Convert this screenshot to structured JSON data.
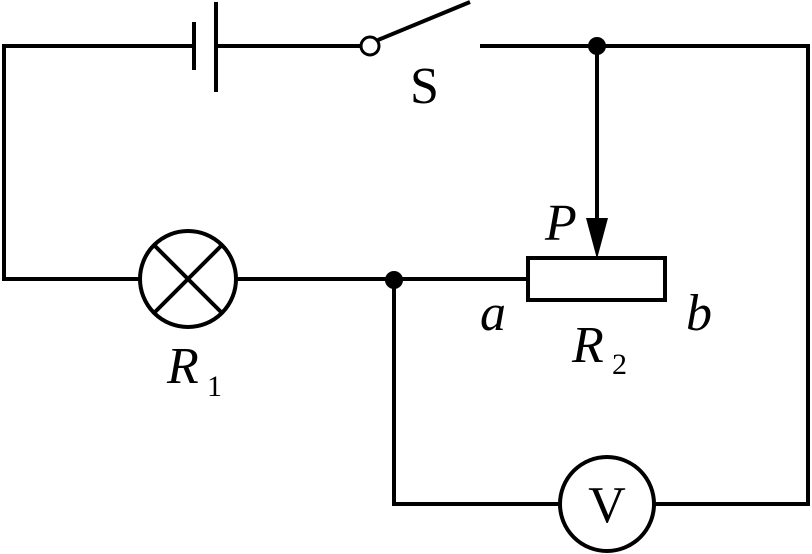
{
  "labels": {
    "switch": "S",
    "slider": "P",
    "lamp_name": "R",
    "lamp_sub": "1",
    "rheostat_name": "R",
    "rheostat_sub": "2",
    "end_a": "a",
    "end_b": "b",
    "meter": "V"
  }
}
